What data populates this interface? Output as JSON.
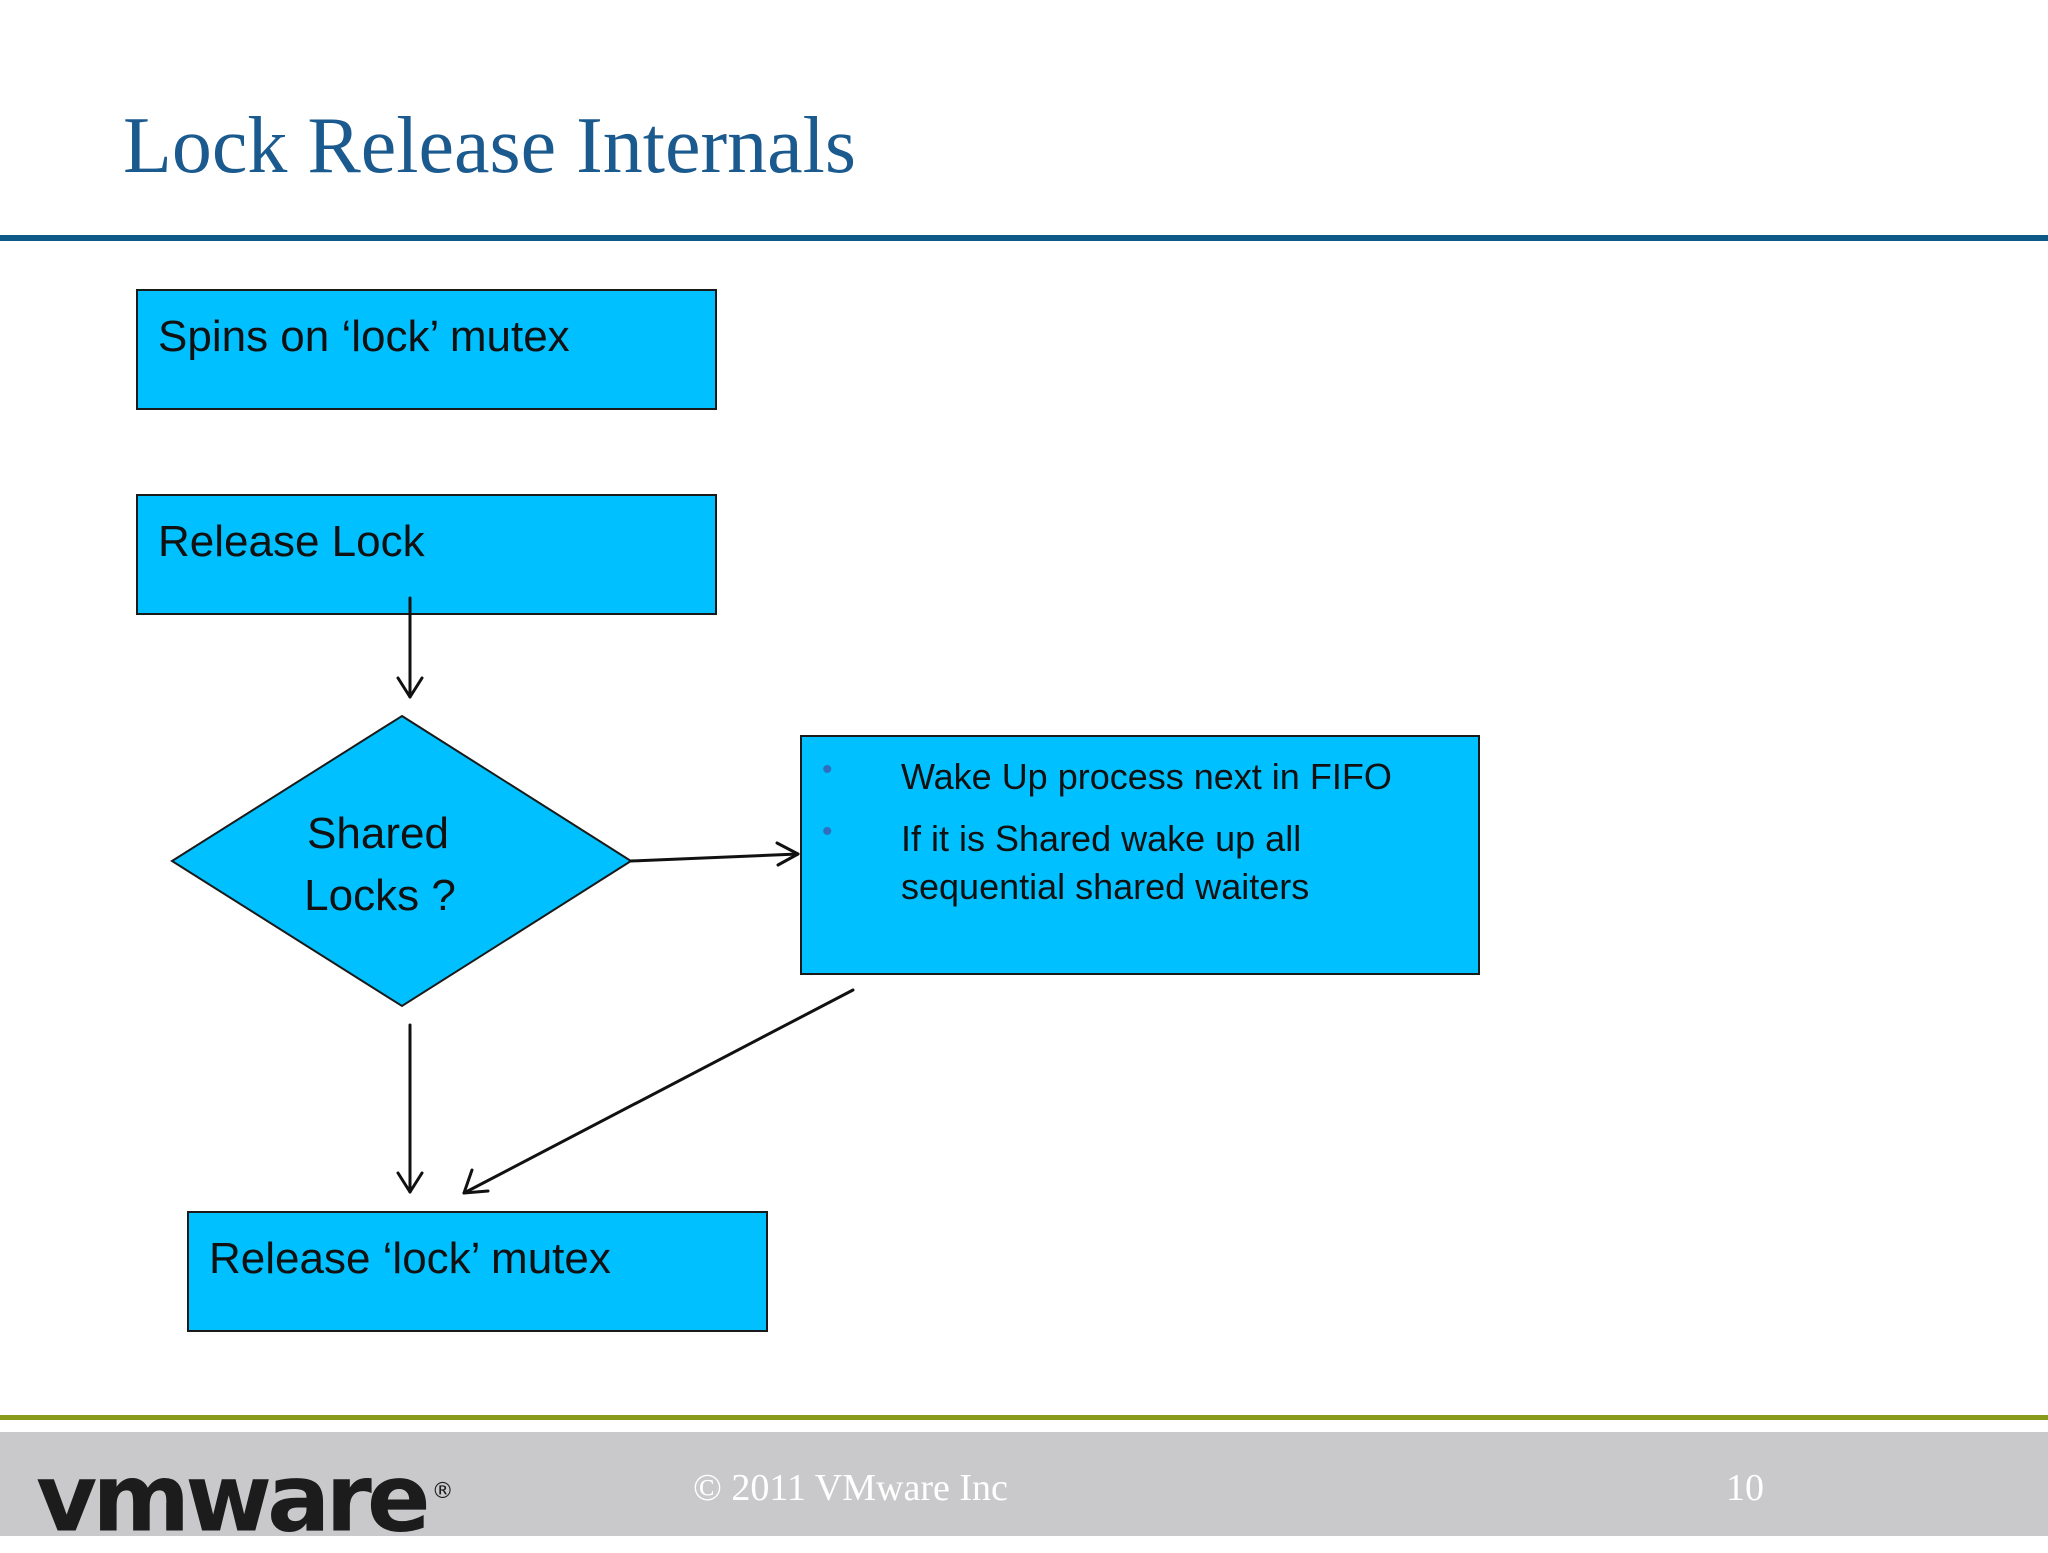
{
  "slide": {
    "title": "Lock Release Internals",
    "page_number": "10",
    "copyright": "© 2011  VMware Inc",
    "logo_text": "vmware",
    "logo_mark": "®"
  },
  "diagram": {
    "nodes": {
      "spin": {
        "label": "Spins on  ‘lock’ mutex"
      },
      "release": {
        "label": "Release Lock"
      },
      "decision": {
        "label_line1": "Shared",
        "label_line2": "Locks ?"
      },
      "wake": {
        "bullets": [
          "Wake Up  process next in FIFO",
          "If it is Shared wake up all sequential shared waiters"
        ],
        "bullet_icon": "bullet-dot"
      },
      "release_mutex": {
        "label": "Release  ‘lock’ mutex"
      }
    },
    "edges": [
      {
        "from": "release",
        "to": "decision"
      },
      {
        "from": "decision",
        "to": "wake"
      },
      {
        "from": "decision",
        "to": "release_mutex"
      },
      {
        "from": "wake",
        "to": "release_mutex"
      }
    ]
  },
  "colors": {
    "title": "#1b5a8e",
    "top_rule": "#0e5a86",
    "box_fill": "#00c0ff",
    "box_border": "#1a1a1a",
    "bullet": "#2f6fc0",
    "bottom_rule": "#8a9a1a",
    "footer_bg": "#c9c9cb",
    "footer_text": "#ffffff",
    "arrow": "#111111"
  }
}
